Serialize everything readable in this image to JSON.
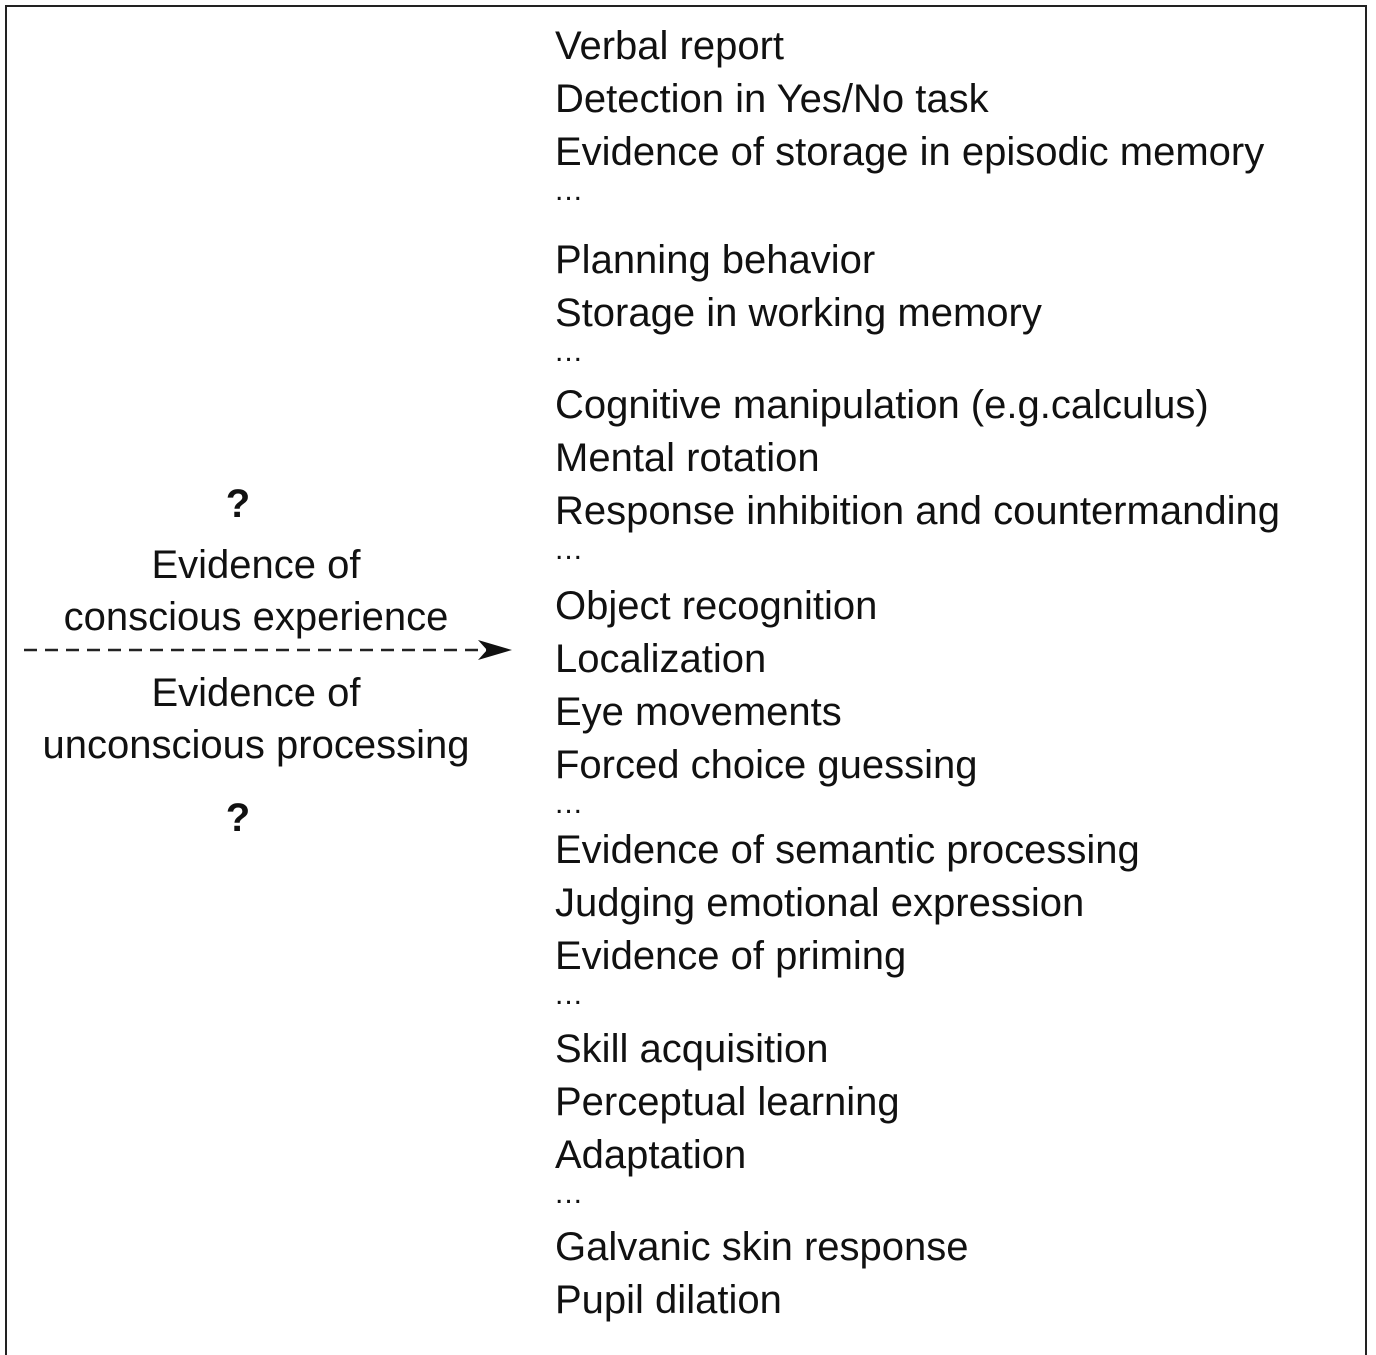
{
  "boundary": {
    "question_mark_top": "?",
    "conscious_label": [
      "Evidence of",
      "conscious experience"
    ],
    "unconscious_label": [
      "Evidence of",
      "unconscious processing"
    ],
    "question_mark_bottom": "?"
  },
  "measures": {
    "group_1": {
      "items": [
        "Verbal report",
        "Detection in Yes/No task",
        "Evidence of storage in episodic memory"
      ],
      "ellipsis": "..."
    },
    "group_2": {
      "items": [
        "Planning behavior",
        "Storage in working memory"
      ],
      "ellipsis": "..."
    },
    "group_3": {
      "items": [
        "Cognitive manipulation (e.g.calculus)",
        "Mental rotation",
        "Response inhibition and countermanding"
      ],
      "ellipsis": "..."
    },
    "group_4": {
      "items": [
        "Object recognition",
        "Localization",
        "Eye movements",
        "Forced choice guessing"
      ],
      "ellipsis": "..."
    },
    "group_5": {
      "items": [
        "Evidence of semantic processing",
        "Judging emotional expression",
        "Evidence of priming"
      ],
      "ellipsis": "..."
    },
    "group_6": {
      "items": [
        "Skill acquisition",
        "Perceptual learning",
        "Adaptation"
      ],
      "ellipsis": "..."
    },
    "group_7": {
      "items": [
        "Galvanic skin response",
        "Pupil dilation"
      ]
    }
  }
}
